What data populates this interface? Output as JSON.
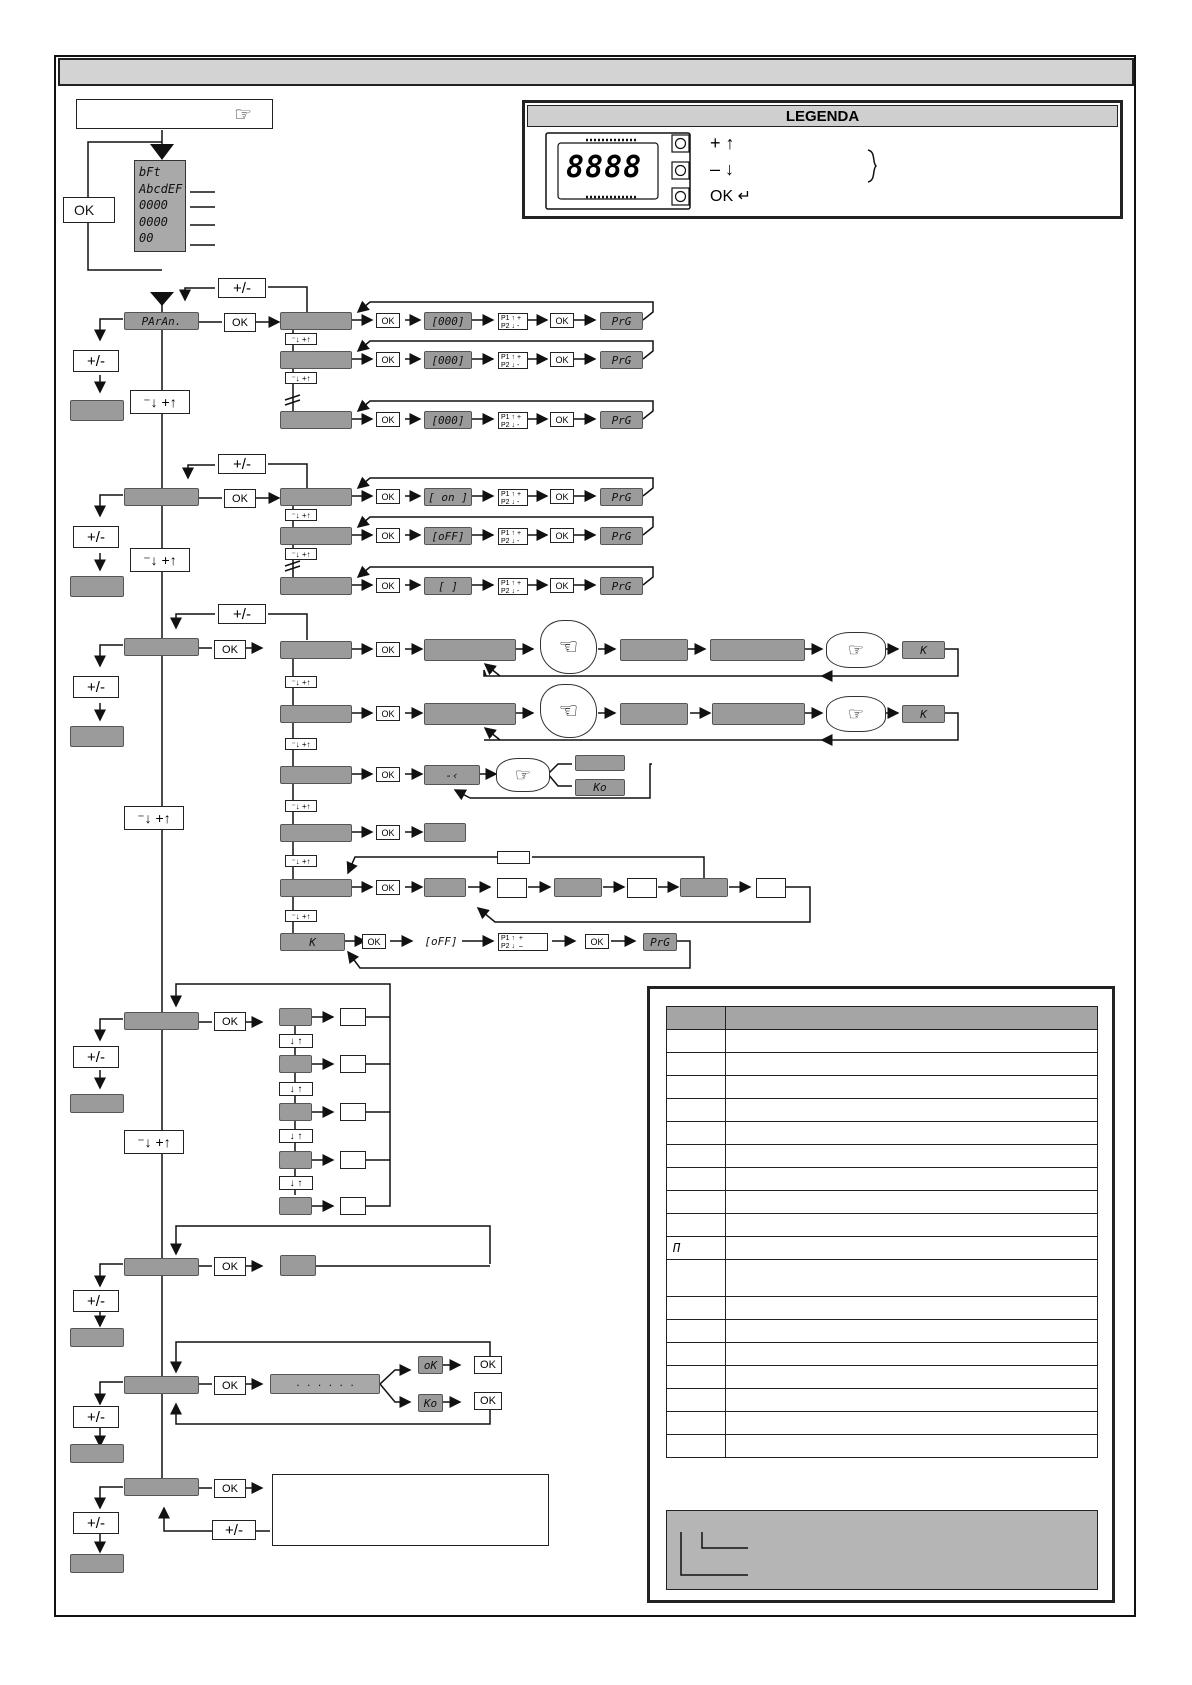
{
  "legend": {
    "title": "LEGENDA",
    "display_digits": "8888",
    "keys": [
      {
        "label": "+",
        "icon": "arrow-up-icon"
      },
      {
        "label": "–",
        "icon": "arrow-down-icon"
      },
      {
        "label": "OK",
        "icon": "return-arrow-icon"
      }
    ]
  },
  "start_display": [
    "bFt",
    "AbcdEF",
    "0000",
    "0000",
    "00"
  ],
  "buttons": {
    "ok": "OK",
    "plus_minus": "+/-",
    "down_up": "⁻↓ +↑",
    "down_up_small": "↓ ↑"
  },
  "param_menu": {
    "label": "PArAn.",
    "value": "[000]",
    "prg": "PrG",
    "p1": "P1",
    "p2": "P2"
  },
  "logic_menu": {
    "on": "[ on ]",
    "off": "[oFF]",
    "blank": "[     ]",
    "prg": "PrG"
  },
  "radio_menu": {
    "k": "K",
    "dash": "-‹",
    "ko": "Ko",
    "off": "[oFF]",
    "prg": "PrG"
  },
  "ok_ko_menu": {
    "ok": "oK",
    "ko": "Ko",
    "dots": ". . .     . . ."
  },
  "table": {
    "rows": 19,
    "glyph_row": 11,
    "glyph": "Π"
  }
}
